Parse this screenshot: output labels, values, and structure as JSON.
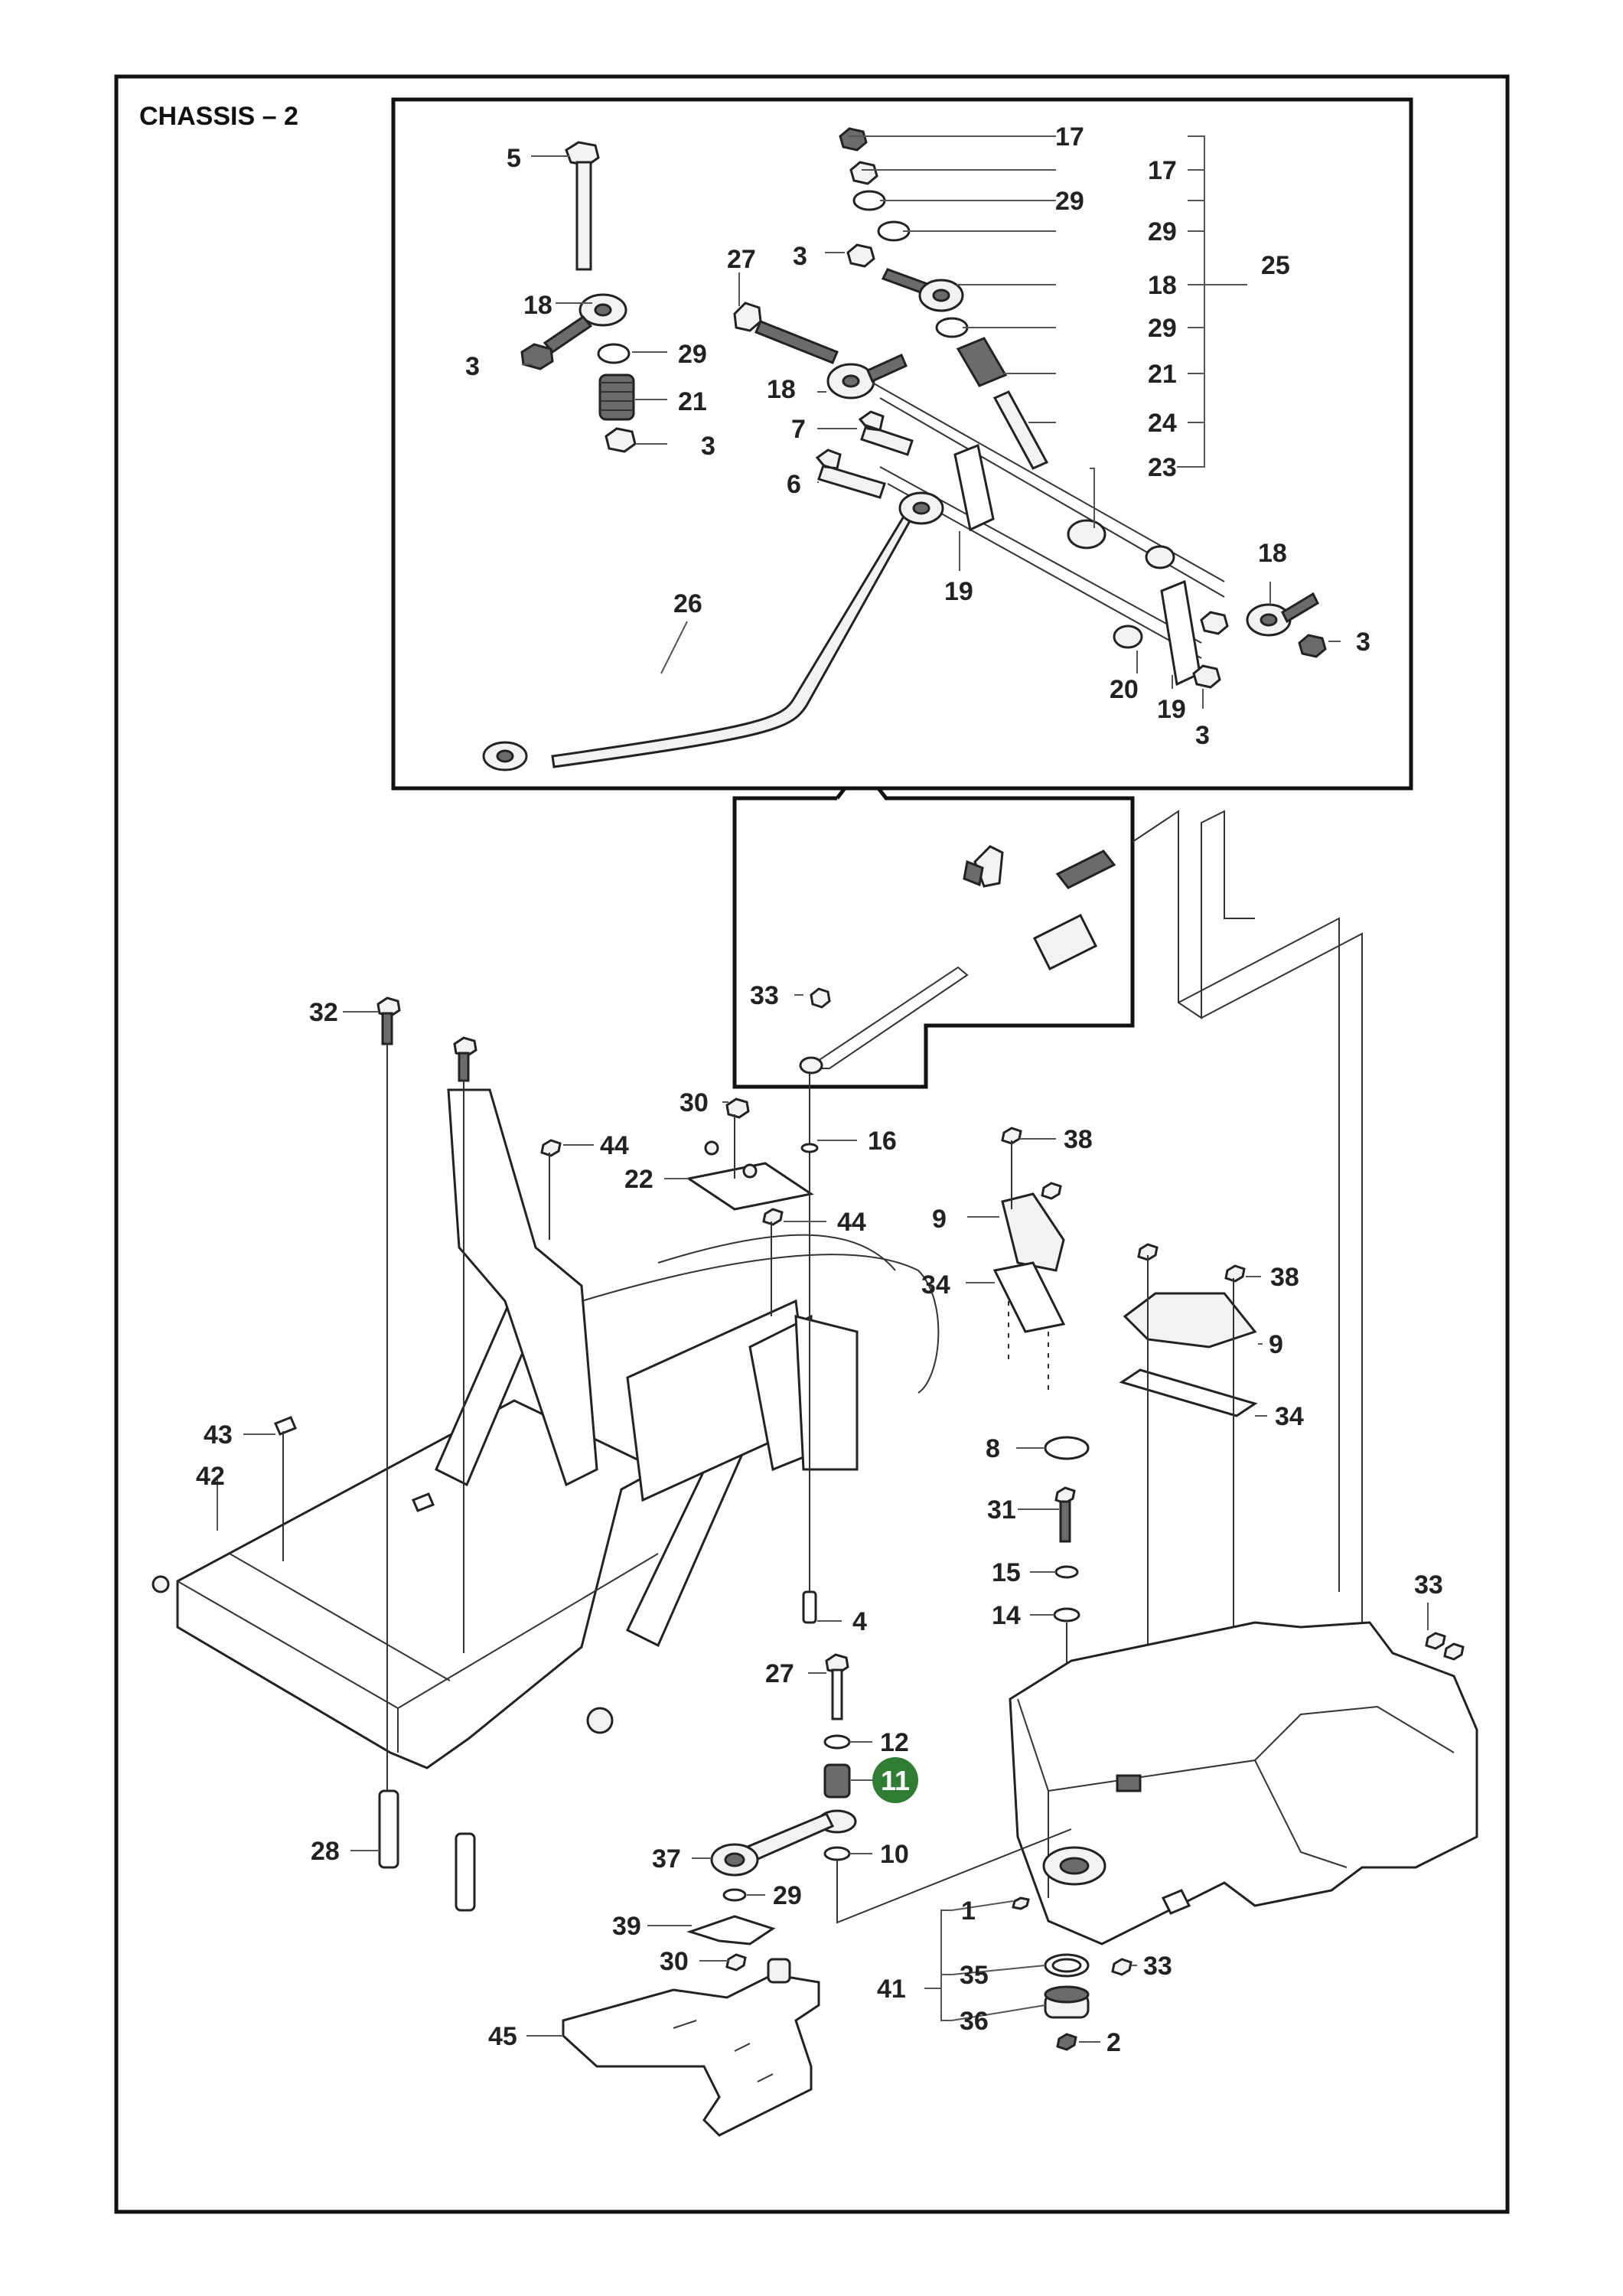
{
  "title": "CHASSIS – 2",
  "highlight_color": "#2e7d32",
  "highlighted_callout": "11",
  "callouts": [
    {
      "id": "c-17a",
      "label": "17"
    },
    {
      "id": "c-17b",
      "label": "17"
    },
    {
      "id": "c-29a",
      "label": "29"
    },
    {
      "id": "c-29b",
      "label": "29"
    },
    {
      "id": "c-18a",
      "label": "18"
    },
    {
      "id": "c-29c",
      "label": "29"
    },
    {
      "id": "c-21a",
      "label": "21"
    },
    {
      "id": "c-24",
      "label": "24"
    },
    {
      "id": "c-23",
      "label": "23"
    },
    {
      "id": "c-25",
      "label": "25"
    },
    {
      "id": "c-3a",
      "label": "3"
    },
    {
      "id": "c-27a",
      "label": "27"
    },
    {
      "id": "c-5",
      "label": "5"
    },
    {
      "id": "c-18b",
      "label": "18"
    },
    {
      "id": "c-3b",
      "label": "3"
    },
    {
      "id": "c-29d",
      "label": "29"
    },
    {
      "id": "c-21b",
      "label": "21"
    },
    {
      "id": "c-3c",
      "label": "3"
    },
    {
      "id": "c-18c",
      "label": "18"
    },
    {
      "id": "c-7",
      "label": "7"
    },
    {
      "id": "c-6",
      "label": "6"
    },
    {
      "id": "c-26",
      "label": "26"
    },
    {
      "id": "c-19a",
      "label": "19"
    },
    {
      "id": "c-18d",
      "label": "18"
    },
    {
      "id": "c-3d",
      "label": "3"
    },
    {
      "id": "c-20",
      "label": "20"
    },
    {
      "id": "c-19b",
      "label": "19"
    },
    {
      "id": "c-3e",
      "label": "3"
    },
    {
      "id": "c-33a",
      "label": "33"
    },
    {
      "id": "c-32",
      "label": "32"
    },
    {
      "id": "c-44a",
      "label": "44"
    },
    {
      "id": "c-30a",
      "label": "30"
    },
    {
      "id": "c-16",
      "label": "16"
    },
    {
      "id": "c-22",
      "label": "22"
    },
    {
      "id": "c-44b",
      "label": "44"
    },
    {
      "id": "c-38a",
      "label": "38"
    },
    {
      "id": "c-9a",
      "label": "9"
    },
    {
      "id": "c-34a",
      "label": "34"
    },
    {
      "id": "c-38b",
      "label": "38"
    },
    {
      "id": "c-9b",
      "label": "9"
    },
    {
      "id": "c-34b",
      "label": "34"
    },
    {
      "id": "c-43",
      "label": "43"
    },
    {
      "id": "c-42",
      "label": "42"
    },
    {
      "id": "c-8",
      "label": "8"
    },
    {
      "id": "c-31",
      "label": "31"
    },
    {
      "id": "c-15",
      "label": "15"
    },
    {
      "id": "c-14",
      "label": "14"
    },
    {
      "id": "c-4",
      "label": "4"
    },
    {
      "id": "c-33b",
      "label": "33"
    },
    {
      "id": "c-27b",
      "label": "27"
    },
    {
      "id": "c-12",
      "label": "12"
    },
    {
      "id": "c-11",
      "label": "11"
    },
    {
      "id": "c-10",
      "label": "10"
    },
    {
      "id": "c-28",
      "label": "28"
    },
    {
      "id": "c-37",
      "label": "37"
    },
    {
      "id": "c-29e",
      "label": "29"
    },
    {
      "id": "c-39",
      "label": "39"
    },
    {
      "id": "c-1",
      "label": "1"
    },
    {
      "id": "c-35",
      "label": "35"
    },
    {
      "id": "c-33c",
      "label": "33"
    },
    {
      "id": "c-41",
      "label": "41"
    },
    {
      "id": "c-36",
      "label": "36"
    },
    {
      "id": "c-30b",
      "label": "30"
    },
    {
      "id": "c-2",
      "label": "2"
    },
    {
      "id": "c-45",
      "label": "45"
    }
  ]
}
